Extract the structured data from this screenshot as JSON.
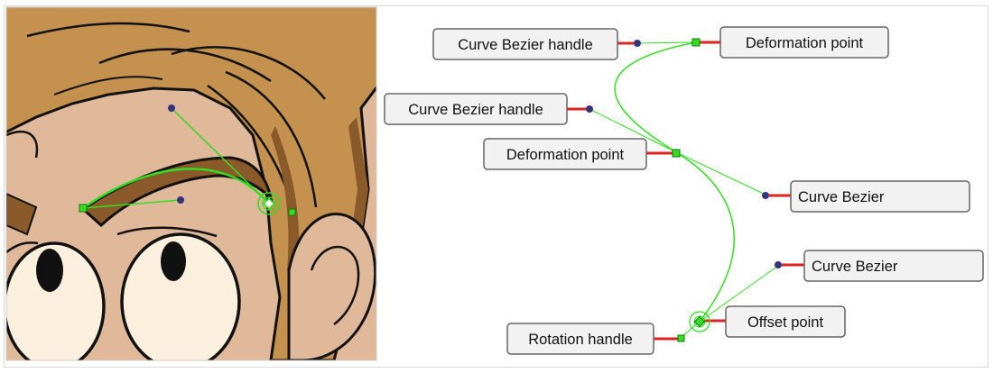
{
  "colors": {
    "skin": "#e0b89a",
    "hair": "#c5914f",
    "hair_shadow": "#8a5a2a",
    "outline": "#111111",
    "eye_white": "#faf0dd",
    "deformer_green": "#33dd22",
    "handle_blue": "#33337a",
    "connector_red": "#dd2222",
    "label_bg": "#f2f2f2",
    "label_border": "#666666"
  },
  "labels": {
    "top_deformation": "Deformation point",
    "top_bezier": "Curve Bezier handle",
    "mid_bezier": "Curve Bezier handle",
    "mid_deformation": "Deformation point",
    "right_bezier_1": "Curve Bezier",
    "right_bezier_2": "Curve Bezier",
    "offset": "Offset point",
    "rotation": "Rotation handle"
  }
}
